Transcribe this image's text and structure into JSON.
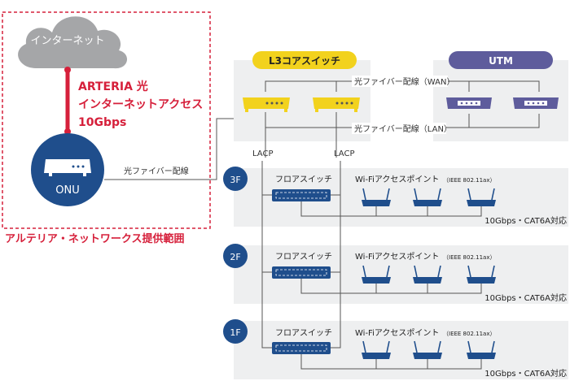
{
  "internet": {
    "label": "インターネット"
  },
  "arteria": {
    "line1": "ARTERIA 光",
    "line2": "インターネットアクセス",
    "line3": "10Gbps"
  },
  "onu": {
    "label": "ONU"
  },
  "scope_label": "アルテリア・ネットワークス提供範囲",
  "fiber_label": "光ファイバー配線",
  "core": {
    "title": "L3コアスイッチ"
  },
  "utm": {
    "title": "UTM"
  },
  "wan_label": "光ファイバー配線（WAN）",
  "lan_label": "光ファイバー配線（LAN）",
  "lacp_left": "LACP",
  "lacp_right": "LACP",
  "floors": [
    {
      "badge": "3F",
      "switch_label": "フロアスイッチ",
      "ap_label": "Wi-Fiアクセスポイント",
      "ap_sub": "（IEEE 802.11ax）",
      "speed": "10Gbps・CAT6A対応"
    },
    {
      "badge": "2F",
      "switch_label": "フロアスイッチ",
      "ap_label": "Wi-Fiアクセスポイント",
      "ap_sub": "（IEEE 802.11ax）",
      "speed": "10Gbps・CAT6A対応"
    },
    {
      "badge": "1F",
      "switch_label": "フロアスイッチ",
      "ap_label": "Wi-Fiアクセスポイント",
      "ap_sub": "（IEEE 802.11ax）",
      "speed": "10Gbps・CAT6A対応"
    }
  ],
  "colors": {
    "red": "#d6203b",
    "navy": "#1f4e8c",
    "yellow": "#f2d21d",
    "purple": "#5e5c9c",
    "panel": "#eeeff0"
  }
}
